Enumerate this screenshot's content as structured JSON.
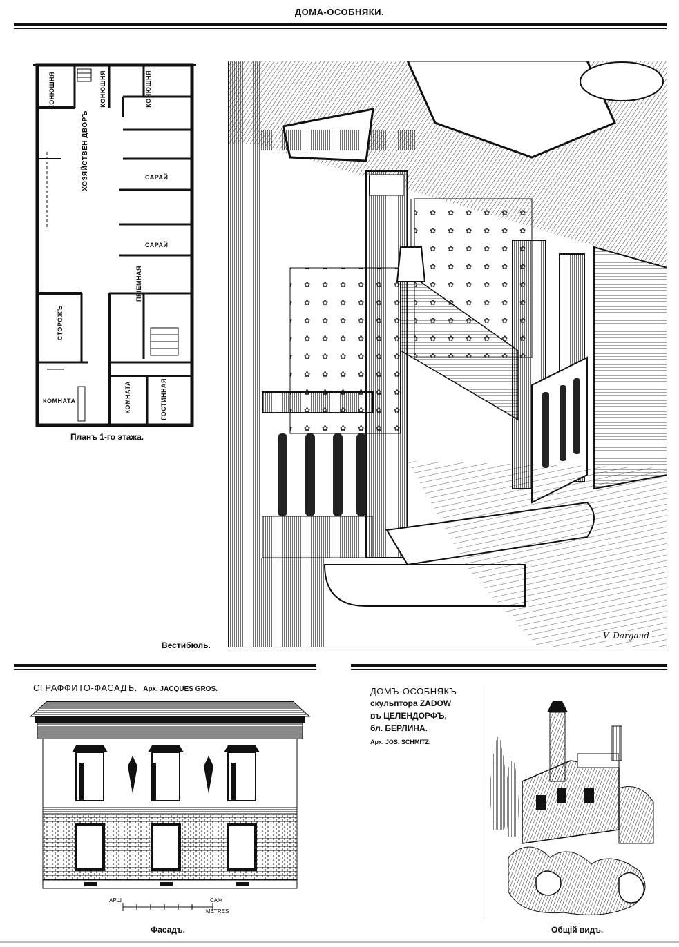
{
  "header": {
    "title": "ДОМА-ОСОБНЯКИ."
  },
  "floor_plan": {
    "caption": "Планъ 1-го этажа.",
    "rooms": {
      "stable_left": "КОНЮШНЯ",
      "stable_mid": "КОНЮШНЯ",
      "stable_right": "КОНЮШНЯ",
      "yard": "ХОЗЯЙСТВЕН ДВОРЪ",
      "shed_1": "САРАЙ",
      "shed_2": "САРАЙ",
      "reception": "ПРІЕМНАЯ",
      "watchman": "СТОРОЖЪ",
      "room_left": "КОМНАТА",
      "room_mid": "КОМНАТА",
      "living": "ГОСТИННАЯ"
    }
  },
  "vestibule": {
    "caption": "Вестибюль.",
    "signature": "V. Dargaud"
  },
  "sgraffito": {
    "title": "СГРАФФИТО-ФАСАДЪ.",
    "architect": "Арх. JACQUES GROS.",
    "caption": "Фасадъ.",
    "scale_top": "АРШ",
    "scale_top_right": "САЖ",
    "scale_bottom": "METRES"
  },
  "mansion": {
    "title": "ДОМЪ-ОСОБНЯКЪ",
    "line2": "скульптора ZADOW",
    "line3": "въ ЦЕЛЕНДОРФЪ,",
    "line4": "бл. БЕРЛИНА.",
    "architect": "Арх. JOS. SCHMITZ.",
    "caption": "Общій видъ."
  }
}
